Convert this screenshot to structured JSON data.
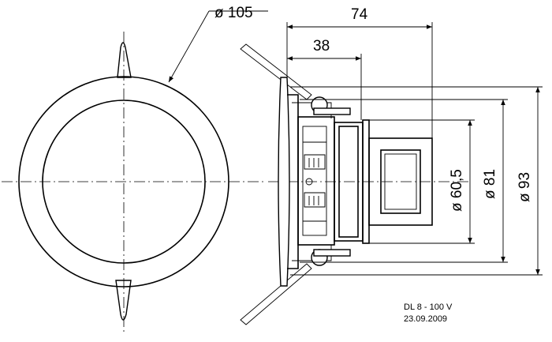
{
  "dimensions": {
    "diameter_outer": "ø 105",
    "depth_total": "74",
    "depth_partial": "38",
    "diameter_magnet": "ø 60,5",
    "diameter_frame": "ø 81",
    "diameter_cutout": "ø 93"
  },
  "note": {
    "model": "DL 8 - 100 V",
    "date": "23.09.2009"
  }
}
